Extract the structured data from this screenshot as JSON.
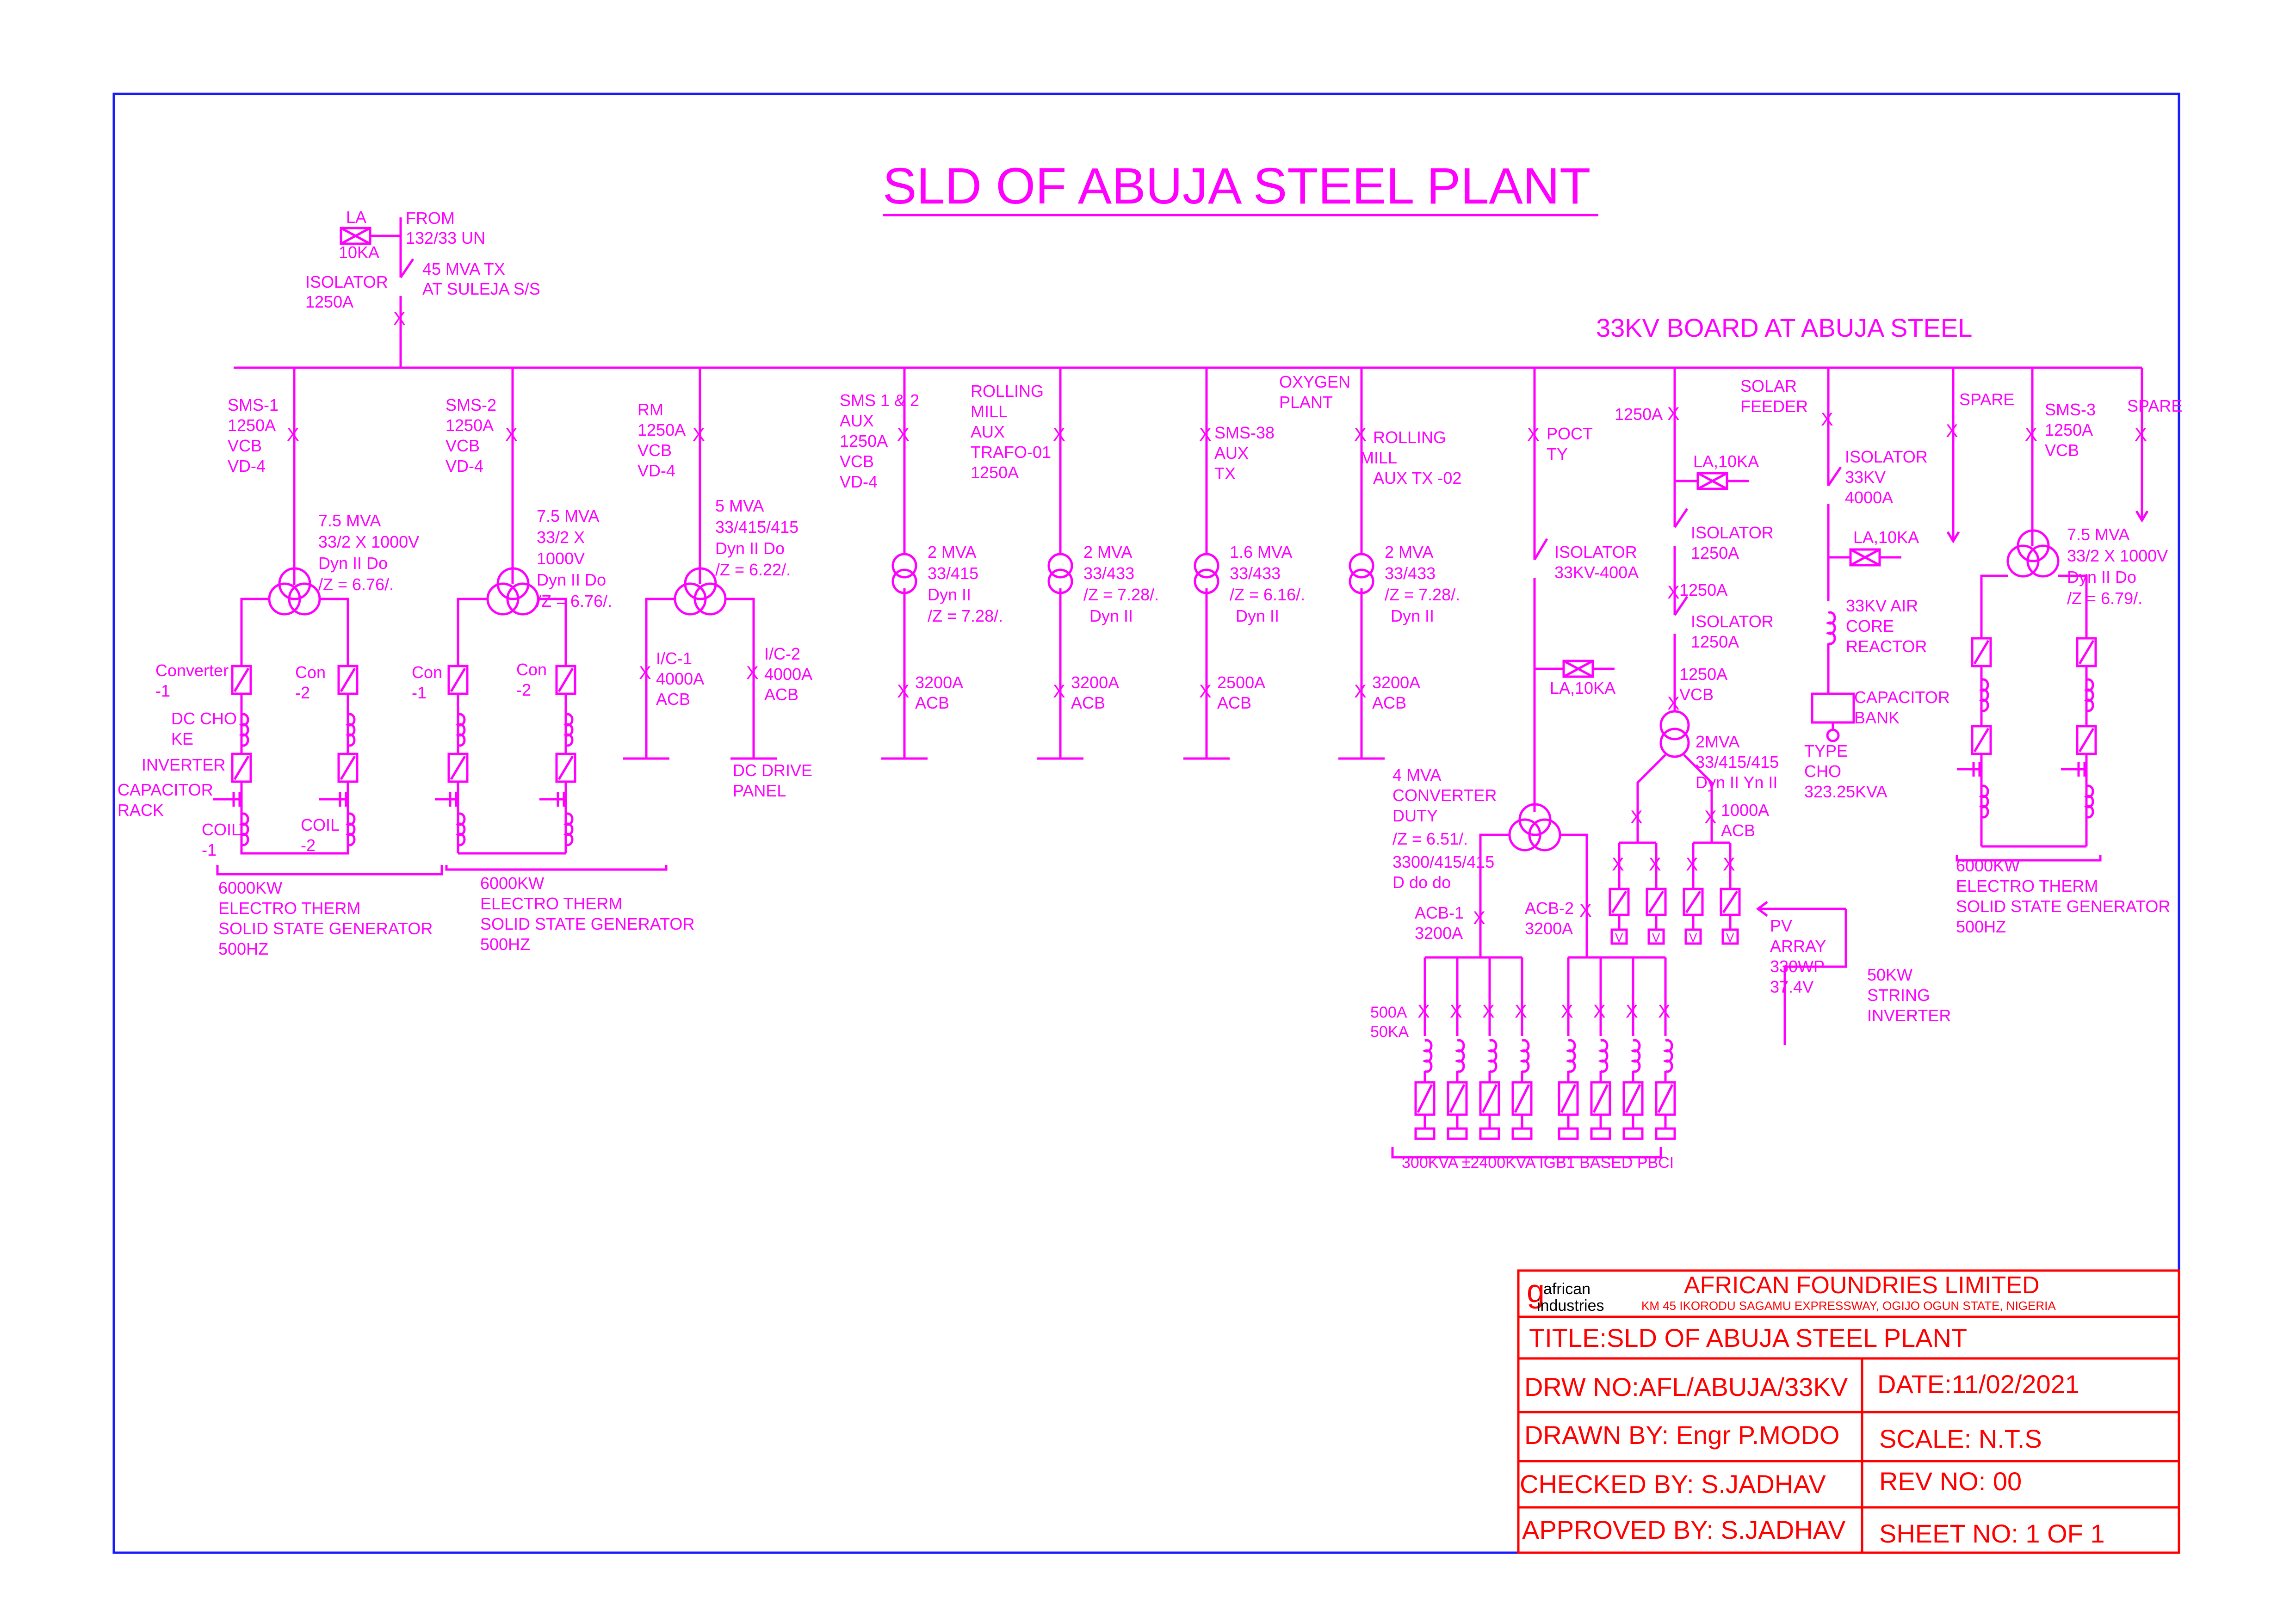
{
  "title": "SLD OF ABUJA STEEL PLANT",
  "colors": {
    "diagram": "#ff00ff",
    "frame": "#1a1aff",
    "title_block": "#ff0000"
  },
  "incomer": {
    "la": "LA",
    "la_rating": "10KA",
    "from": [
      "FROM",
      "132/33 UN"
    ],
    "isolator": [
      "ISOLATOR",
      "1250A"
    ],
    "tx": [
      "45 MVA TX",
      "AT SULEJA S/S"
    ]
  },
  "board_label": "33KV BOARD AT ABUJA STEEL",
  "breaker_symbol": "X",
  "feeders": {
    "sms1": {
      "label": [
        "SMS-1",
        "1250A",
        "VCB",
        "VD-4"
      ],
      "tx": [
        "7.5 MVA",
        "33/2  X 1000V",
        "Dyn II Do",
        "/Z = 6.76/."
      ],
      "converter1": [
        "Converter",
        "-1"
      ],
      "converter2": [
        "Con",
        "-2"
      ],
      "dc_choke": [
        "DC CHO",
        "KE"
      ],
      "inverter": "INVERTER",
      "cap": [
        "CAPACITOR",
        "RACK"
      ],
      "coil1": [
        "COIL",
        "-1"
      ],
      "coil2": [
        "COIL",
        "-2"
      ],
      "gen": [
        "6000KW",
        "ELECTRO THERM",
        "SOLID STATE GENERATOR",
        "500HZ"
      ]
    },
    "sms2": {
      "label": [
        "SMS-2",
        "1250A",
        "VCB",
        "VD-4"
      ],
      "tx": [
        "7.5 MVA",
        "33/2  X",
        "1000V",
        "Dyn II Do",
        "/Z = 6.76/."
      ],
      "con1": [
        "Con",
        "-1"
      ],
      "con2": [
        "Con",
        "-2"
      ],
      "gen": [
        "6000KW",
        "ELECTRO THERM",
        "SOLID STATE GENERATOR",
        "500HZ"
      ]
    },
    "rm": {
      "label": [
        "RM",
        "1250A",
        "VCB",
        "VD-4"
      ],
      "tx": [
        "5 MVA",
        "33/415/415",
        "Dyn II Do",
        "/Z = 6.22/."
      ],
      "ic1": [
        "I/C-1",
        "4000A",
        "ACB"
      ],
      "ic2": [
        "I/C-2",
        "4000A",
        "ACB"
      ],
      "panel": [
        "DC DRIVE",
        "PANEL"
      ]
    },
    "sms12": {
      "label": [
        "SMS 1 & 2",
        "AUX",
        "1250A",
        "VCB",
        "VD-4"
      ],
      "tx": [
        "2 MVA",
        "33/415",
        "Dyn II",
        "/Z = 7.28/."
      ],
      "acb": [
        "3200A",
        "ACB"
      ]
    },
    "rolling1": {
      "label": [
        "ROLLING",
        "MILL",
        "AUX",
        "TRAFO-01",
        "1250A"
      ],
      "tx": [
        "2 MVA",
        "33/433",
        "/Z = 7.28/.",
        "Dyn II"
      ],
      "acb": [
        "3200A",
        "ACB"
      ]
    },
    "sms38": {
      "label": [
        "SMS-38",
        "AUX",
        "TX"
      ],
      "tx": [
        "1.6 MVA",
        "33/433",
        "/Z = 6.16/.",
        "Dyn II"
      ],
      "acb": [
        "2500A",
        "ACB"
      ]
    },
    "rolling2": {
      "top": [
        "OXYGEN",
        "PLANT"
      ],
      "label": [
        "ROLLING",
        "MILL",
        "AUX TX -02"
      ],
      "tx": [
        "2 MVA",
        "33/433",
        "/Z = 7.28/.",
        "Dyn II"
      ],
      "acb": [
        "3200A",
        "ACB"
      ]
    },
    "poct": {
      "label": [
        "POCT",
        "TY"
      ],
      "isolator": [
        "ISOLATOR",
        "33KV-400A"
      ],
      "la": "LA,10KA",
      "tx": [
        "4 MVA",
        "CONVERTER",
        "DUTY",
        "/Z = 6.51/.",
        "3300/415/415",
        "D do do"
      ],
      "acb1": [
        "ACB-1",
        "3200A"
      ],
      "acb2": [
        "ACB-2",
        "3200A"
      ],
      "branch": [
        "500A",
        "50KA"
      ],
      "summary": "300KVA  ±2400KVA IGB1 BASED PBCI"
    },
    "solar": {
      "top_rating": "1250A",
      "la": "LA,10KA",
      "iso1": [
        "ISOLATOR",
        "1250A"
      ],
      "mid_rating": "1250A",
      "iso2": [
        "ISOLATOR",
        "1250A"
      ],
      "vcb": [
        "1250A",
        "VCB"
      ],
      "tx": [
        "2MVA",
        "33/415/415",
        "Dyn II Yn II"
      ],
      "acb": [
        "1000A",
        "ACB"
      ],
      "pv": [
        "PV",
        "ARRAY",
        "330WP",
        "37.4V"
      ],
      "inverter": [
        "50KW",
        "STRING",
        "INVERTER"
      ],
      "v_label": "V"
    },
    "solar_feeder": {
      "label": [
        "SOLAR",
        "FEEDER"
      ],
      "isolator": [
        "ISOLATOR",
        "33KV",
        "4000A"
      ],
      "la": "LA,10KA",
      "reactor": [
        "33KV AIR",
        "CORE",
        "REACTOR"
      ],
      "cap_bank": [
        "CAPACITOR",
        "BANK"
      ],
      "type": [
        "TYPE",
        "CHO",
        "323.25KVA"
      ]
    },
    "spare1": "SPARE",
    "spare2": "SPARE",
    "sms3": {
      "label": [
        "SMS-3",
        "1250A",
        "VCB"
      ],
      "tx": [
        "7.5 MVA",
        "33/2  X 1000V",
        "Dyn II Do",
        "/Z = 6.79/."
      ],
      "gen": [
        "6000KW",
        "ELECTRO THERM",
        "SOLID STATE GENERATOR",
        "500HZ"
      ]
    }
  },
  "title_block": {
    "logo_g": "g",
    "logo_top": "african",
    "logo_bottom": "industries",
    "company": "AFRICAN FOUNDRIES LIMITED",
    "address": "KM 45 IKORODU SAGAMU EXPRESSWAY, OGIJO OGUN STATE, NIGERIA",
    "title": "TITLE:SLD OF ABUJA STEEL PLANT",
    "drw_no": "DRW NO:AFL/ABUJA/33KV",
    "date": "DATE:11/02/2021",
    "drawn_by": "DRAWN BY: Engr P.MODO",
    "scale": "SCALE: N.T.S",
    "checked_by": "CHECKED BY: S.JADHAV",
    "rev_no": "REV NO: 00",
    "approved_by": "APPROVED BY: S.JADHAV",
    "sheet_no": "SHEET NO: 1 OF 1"
  }
}
